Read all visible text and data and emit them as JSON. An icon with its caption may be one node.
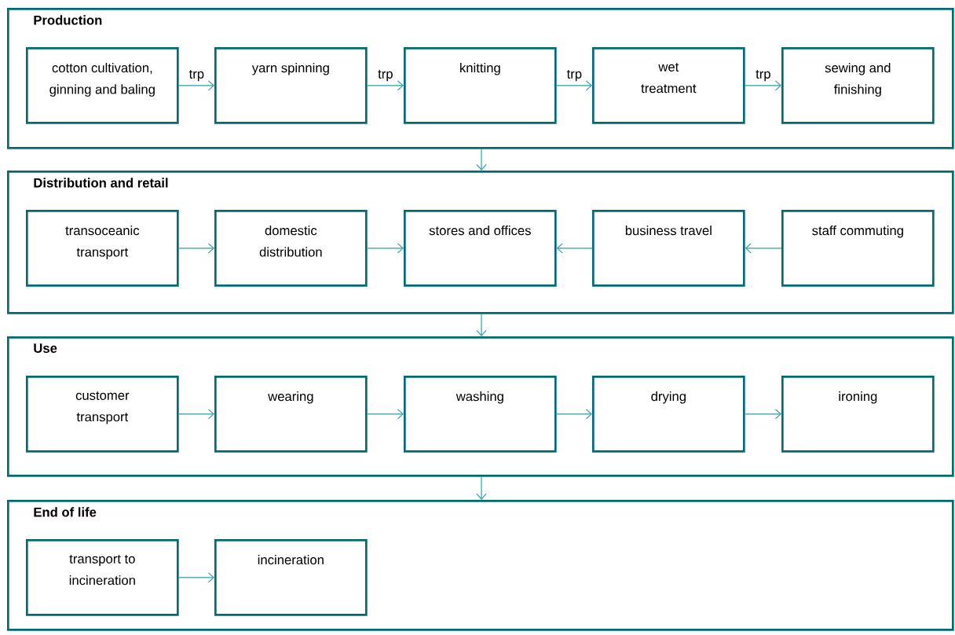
{
  "diagram": {
    "nodes": [
      {
        "text": [
          "Production"
        ]
      },
      {
        "text": [
          "cotton cultivation, ginning and baling"
        ],
        "in": 0
      },
      {
        "text": [
          "yarn spinning"
        ],
        "in": 0
      },
      {
        "text": [
          "knitting"
        ],
        "in": 0
      },
      {
        "text": [
          "wet treatment"
        ],
        "in": 0
      },
      {
        "text": [
          "sewing and finishing"
        ],
        "in": 0
      },
      {
        "text": [
          "Distribution and retail"
        ]
      },
      {
        "text": [
          "transoceanic transport"
        ],
        "in": 6
      },
      {
        "text": [
          "domestic distribution"
        ],
        "in": 6
      },
      {
        "text": [
          "stores and offices"
        ],
        "in": 6
      },
      {
        "text": [
          "business travel"
        ],
        "in": 6
      },
      {
        "text": [
          "staff commuting"
        ],
        "in": 6
      },
      {
        "text": [
          "Use"
        ]
      },
      {
        "text": [
          "customer transport"
        ],
        "in": 12
      },
      {
        "text": [
          "wearing"
        ],
        "in": 12
      },
      {
        "text": [
          "washing"
        ],
        "in": 12
      },
      {
        "text": [
          "drying"
        ],
        "in": 12
      },
      {
        "text": [
          "ironing"
        ],
        "in": 12
      },
      {
        "text": [
          "End of life"
        ]
      },
      {
        "text": [
          "transport to incineration"
        ],
        "in": 18
      },
      {
        "text": [
          "incineration"
        ],
        "in": 18
      }
    ],
    "edges": [
      {
        "from": 1,
        "to": 2,
        "arrow": "to",
        "label": "trp"
      },
      {
        "from": 2,
        "to": 3,
        "arrow": "to",
        "label": "trp"
      },
      {
        "from": 3,
        "to": 4,
        "arrow": "to",
        "label": "trp"
      },
      {
        "from": 4,
        "to": 5,
        "arrow": "to",
        "label": "trp"
      },
      {
        "from": 0,
        "to": 6,
        "arrow": "to"
      },
      {
        "from": 7,
        "to": 8,
        "arrow": "to"
      },
      {
        "from": 8,
        "to": 9,
        "arrow": "to"
      },
      {
        "from": 10,
        "to": 9,
        "arrow": "to"
      },
      {
        "from": 11,
        "to": 10,
        "arrow": "to"
      },
      {
        "from": 6,
        "to": 12,
        "arrow": "to"
      },
      {
        "from": 13,
        "to": 14,
        "arrow": "to"
      },
      {
        "from": 14,
        "to": 15,
        "arrow": "to"
      },
      {
        "from": 15,
        "to": 16,
        "arrow": "to"
      },
      {
        "from": 16,
        "to": 17,
        "arrow": "to"
      },
      {
        "from": 12,
        "to": 18,
        "arrow": "to"
      },
      {
        "from": 19,
        "to": 20,
        "arrow": "to"
      }
    ]
  }
}
